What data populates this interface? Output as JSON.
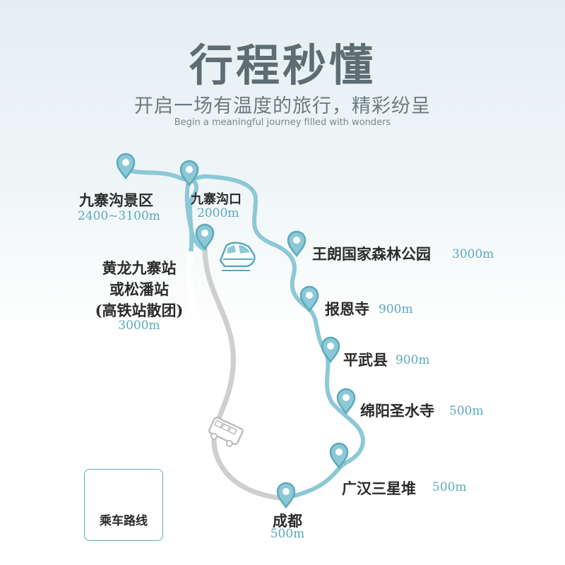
{
  "header": {
    "title": "行程秒懂",
    "subtitle": "开启一场有温度的旅行，精彩纷呈",
    "subtitle_en": "Begin a meaningful journey filled with wonders"
  },
  "colors": {
    "route": "#8cc8d6",
    "route_dark": "#5aaabb",
    "rail": "#cfcfcf",
    "title": "#5e6c74"
  },
  "stops": [
    {
      "name": "九寨沟景区",
      "altitude": "2400~3100m"
    },
    {
      "name": "九寨沟口",
      "altitude": "2000m"
    },
    {
      "name_lines": [
        "黄龙九寨站",
        "或松潘站",
        "(高铁站散团)"
      ],
      "altitude": "3000m"
    },
    {
      "name": "王朗国家森林公园",
      "altitude": "3000m"
    },
    {
      "name": "报恩寺",
      "altitude": "900m"
    },
    {
      "name": "平武县",
      "altitude": "900m"
    },
    {
      "name": "绵阳圣水寺",
      "altitude": "500m"
    },
    {
      "name": "广汉三星堆",
      "altitude": "500m"
    },
    {
      "name": "成都",
      "altitude": "500m"
    }
  ],
  "icons": {
    "pin": "map-pin-icon",
    "train": "train-icon",
    "bus": "bus-icon"
  },
  "legend": {
    "label": "乘车路线"
  }
}
